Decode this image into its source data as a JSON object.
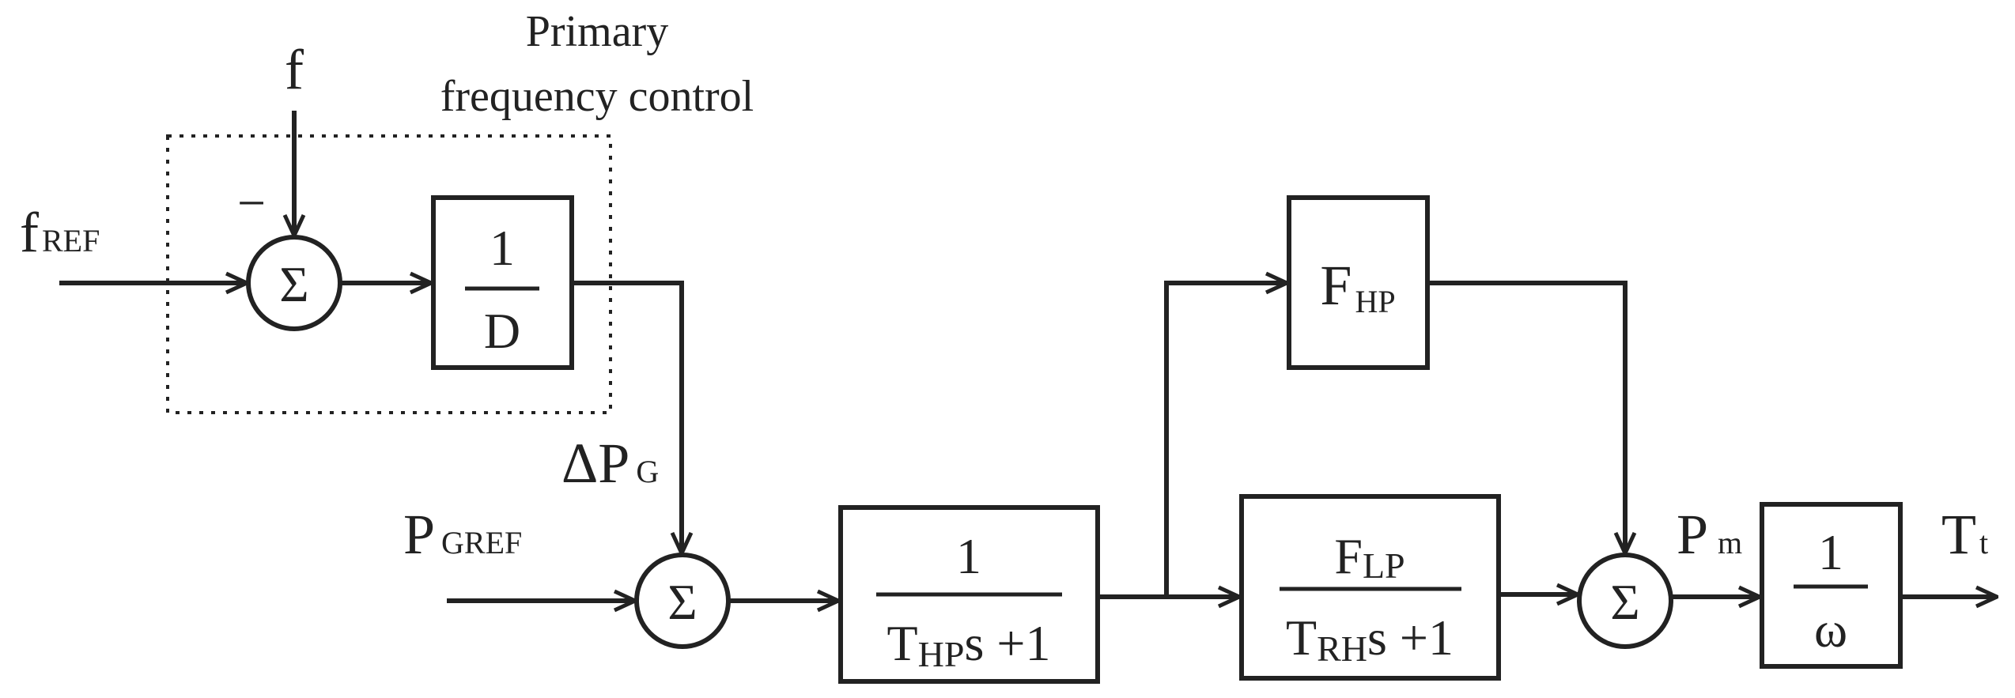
{
  "title": {
    "line1": "Primary",
    "line2": "frequency control"
  },
  "inputs": {
    "f_main": "f",
    "f_ref_main": "f",
    "f_ref_sub": "REF",
    "minus_sign": "−",
    "p_gref_main": "P",
    "p_gref_sub": "GREF"
  },
  "signals": {
    "delta_pg_main": "ΔP",
    "delta_pg_sub": "G",
    "pm_main": "P",
    "pm_sub": "m",
    "tt_main": "T",
    "tt_sub": "t"
  },
  "sum_symbol": "Σ",
  "blocks": {
    "droop": {
      "num": "1",
      "den": "D"
    },
    "hp_turbine": {
      "num": "1",
      "den_t": "T",
      "den_sub": "HP",
      "den_rest": "s +1"
    },
    "fhp": {
      "main": "F",
      "sub": "HP"
    },
    "reheater": {
      "num_main": "F",
      "num_sub": "LP",
      "den_t": "T",
      "den_sub": "RH",
      "den_rest": "s +1"
    },
    "speed": {
      "num": "1",
      "den": "ω"
    }
  },
  "colors": {
    "ink": "#222222",
    "background": "#ffffff"
  }
}
